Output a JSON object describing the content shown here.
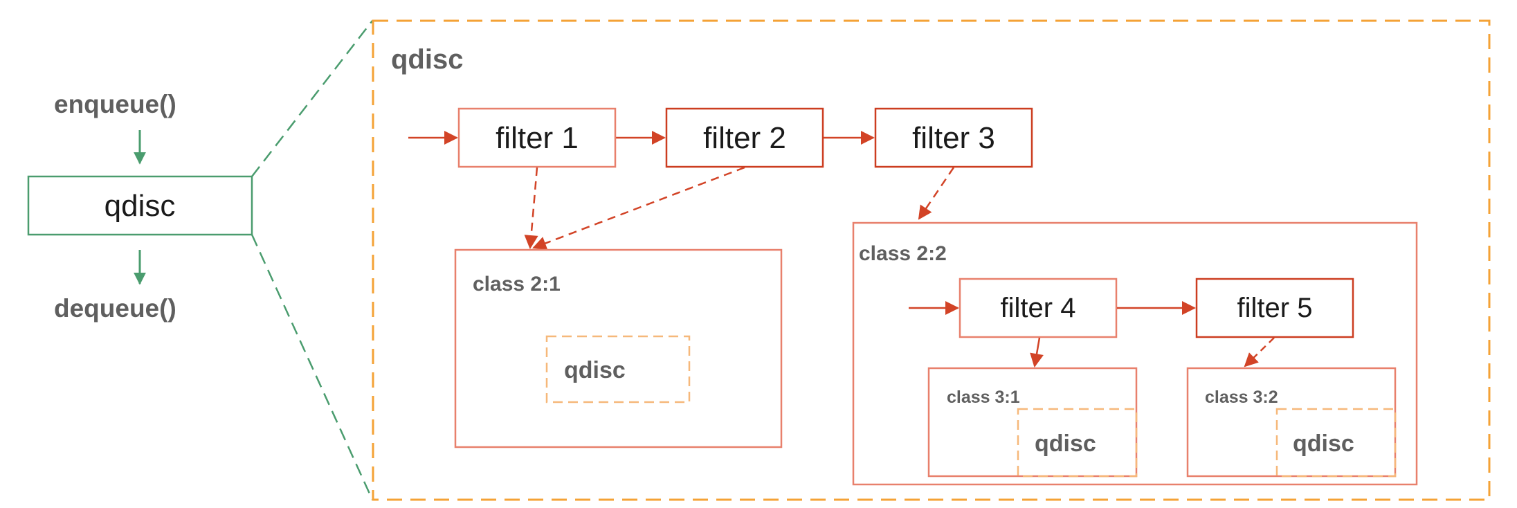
{
  "colors": {
    "green": "#4a9c6e",
    "orange": "#f4a236",
    "filter_light": "#e8806c",
    "filter_dark": "#cc3d20",
    "arrow": "#d24326",
    "class_border": "#e8806c",
    "inner_qdisc_border": "#f6b87a",
    "label_gray": "#5f5f5f",
    "text_dark": "#1a1a1a"
  },
  "left": {
    "enqueue_label": "enqueue()",
    "qdisc_label": "qdisc",
    "dequeue_label": "dequeue()"
  },
  "expanded": {
    "title": "qdisc",
    "filters": [
      {
        "id": "filter-1",
        "label": "filter 1"
      },
      {
        "id": "filter-2",
        "label": "filter 2"
      },
      {
        "id": "filter-3",
        "label": "filter 3"
      },
      {
        "id": "filter-4",
        "label": "filter 4"
      },
      {
        "id": "filter-5",
        "label": "filter 5"
      }
    ],
    "class_2_1": {
      "label": "class 2:1",
      "inner_qdisc": "qdisc"
    },
    "class_2_2": {
      "label": "class 2:2",
      "class_3_1": {
        "label": "class 3:1",
        "inner_qdisc": "qdisc"
      },
      "class_3_2": {
        "label": "class 3:2",
        "inner_qdisc": "qdisc"
      }
    }
  }
}
